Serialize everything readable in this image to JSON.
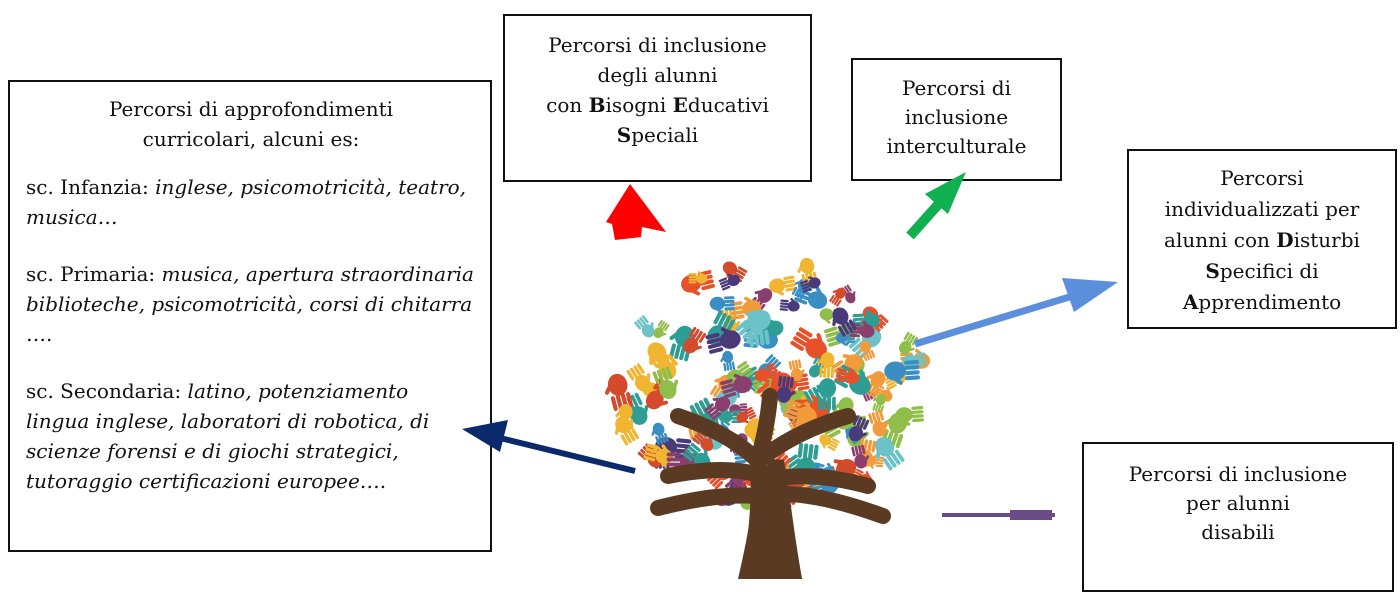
{
  "boxes": {
    "left": {
      "heading_line1": "Percorsi di approfondimenti",
      "heading_line2": "curricolari, alcuni es:",
      "infanzia_label": "sc. Infanzia: ",
      "infanzia_text": "inglese, psicomotricità, teatro, musica…",
      "primaria_label": "sc. Primaria: ",
      "primaria_text": "musica, apertura straordinaria biblioteche, psicomotricità, corsi di chitarra  ….",
      "secondaria_label": "sc. Secondaria: ",
      "secondaria_text": "latino, potenziamento lingua inglese, laboratori di robotica, di scienze forensi e di giochi strategici, tutoraggio certificazioni europee…."
    },
    "bes": {
      "line1": "Percorsi di inclusione",
      "line2": "degli alunni",
      "line3_pre": "con ",
      "b1": "B",
      "w1": "isogni ",
      "b2": "E",
      "w2": "ducativi",
      "b3": "S",
      "w3": "peciali"
    },
    "intercultural": {
      "line1": "Percorsi di",
      "line2": "inclusione",
      "line3": "interculturale"
    },
    "dsa": {
      "line1": "Percorsi",
      "line2": "individualizzati per",
      "line3_pre": "alunni con ",
      "b1": "D",
      "w1": "isturbi",
      "b2": "S",
      "w2": "pecifici di",
      "b3": "A",
      "w3": "pprendimento"
    },
    "disabled": {
      "line1": "Percorsi di inclusione",
      "line2": "per alunni",
      "line3": "disabili"
    }
  },
  "arrow_colors": {
    "bes": "#ff0000",
    "intercultural": "#10b050",
    "dsa": "#5b8fdb",
    "curricular": "#0b2a6b",
    "disabled": "#6a4b86"
  },
  "tree_colors": [
    "#e8502a",
    "#f1b531",
    "#3b8ec2",
    "#2e9e94",
    "#8fbf4a",
    "#8a3f6e",
    "#d44a2b",
    "#4a3a7a",
    "#f29b3a",
    "#6cc3c7"
  ],
  "trunk_color": "#5a3a22"
}
